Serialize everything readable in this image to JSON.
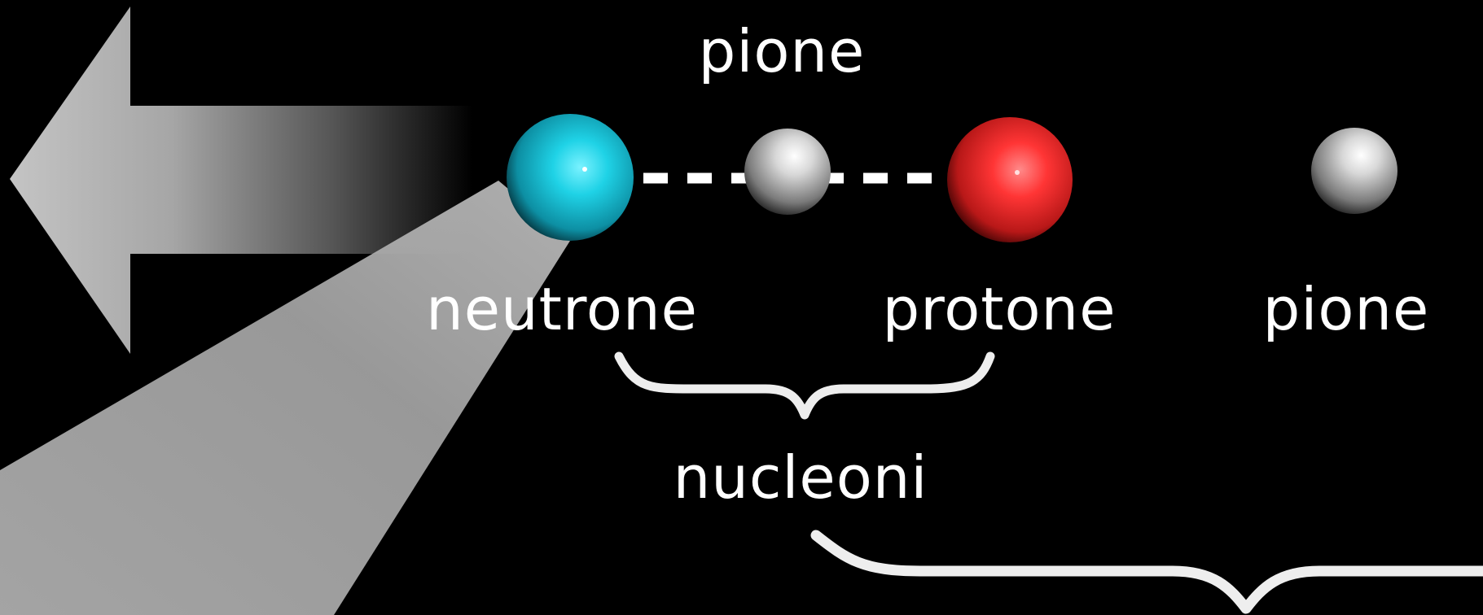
{
  "labels": {
    "pion_top": "pione",
    "neutron": "neutrone",
    "proton": "protone",
    "pion_right": "pione",
    "nucleons": "nucleoni"
  },
  "particles": {
    "neutron_color": "#1ec8dc",
    "proton_color": "#ff3030",
    "pion_color": "#c8c8c8"
  },
  "colors": {
    "background": "#000000",
    "text": "#ffffff",
    "brace": "#eeeeee",
    "arrow": "#b4b4b4",
    "light_beam": "#aaaaaa"
  },
  "icons": {
    "arrow": "left-arrow-icon",
    "brace_small": "curly-brace-icon",
    "brace_large": "curly-brace-icon"
  }
}
